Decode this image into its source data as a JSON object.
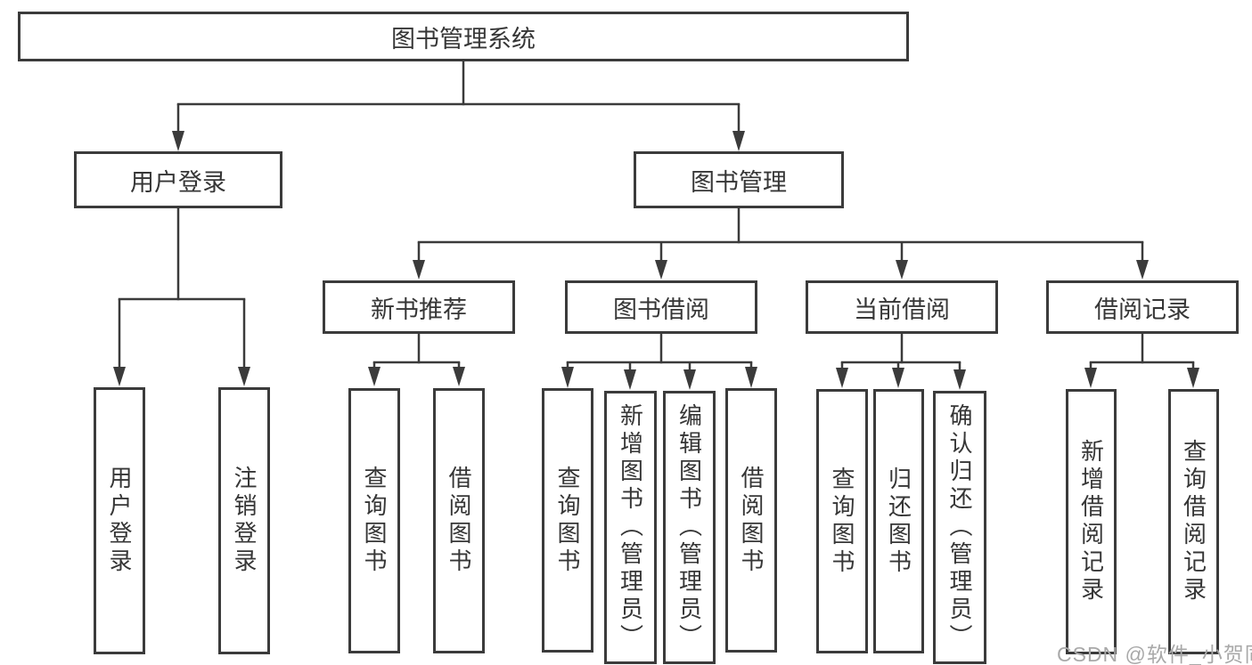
{
  "colors": {
    "line": "#3b3b3b",
    "node_border": "#3b3b3b",
    "node_text": "#363636",
    "background": "#ffffff",
    "watermark": "#a9a9a9"
  },
  "tree": {
    "label": "图书管理系统",
    "children": [
      {
        "label": "用户登录",
        "children": [
          {
            "label": "用户登录"
          },
          {
            "label": "注销登录"
          }
        ]
      },
      {
        "label": "图书管理",
        "children": [
          {
            "label": "新书推荐",
            "children": [
              {
                "label": "查询图书"
              },
              {
                "label": "借阅图书"
              }
            ]
          },
          {
            "label": "图书借阅",
            "children": [
              {
                "label": "查询图书"
              },
              {
                "label": "新增图书（管理员）"
              },
              {
                "label": "编辑图书（管理员）"
              },
              {
                "label": "借阅图书"
              }
            ]
          },
          {
            "label": "当前借阅",
            "children": [
              {
                "label": "查询图书"
              },
              {
                "label": "归还图书"
              },
              {
                "label": "确认归还（管理员）"
              }
            ]
          },
          {
            "label": "借阅记录",
            "children": [
              {
                "label": "新增借阅记录"
              },
              {
                "label": "查询借阅记录"
              }
            ]
          }
        ]
      }
    ]
  },
  "watermark": "CSDN @软件_小贺同学"
}
